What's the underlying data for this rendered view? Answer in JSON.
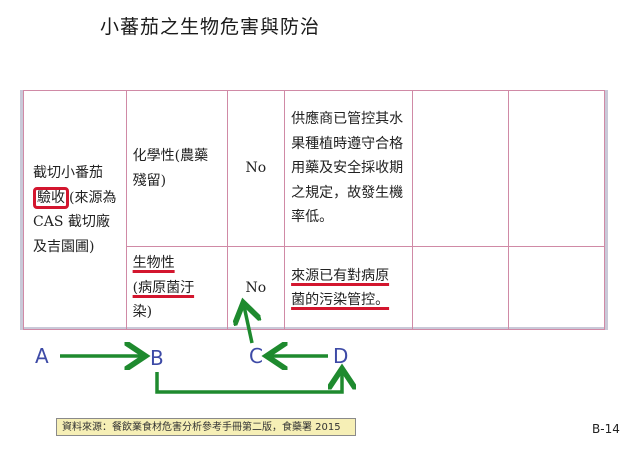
{
  "title": "小蕃茄之生物危害與防治",
  "table": {
    "row1": {
      "step_text_before": "截切小番茄",
      "step_boxed": "驗收",
      "step_text_after": "(來源為CAS 截切廠及吉園圃)",
      "hazard": "化學性(農藥殘留)",
      "significant": "No",
      "justification": "供應商已管控其水果種植時遵守合格用藥及安全採收期之規定，故發生機率低。"
    },
    "row2": {
      "hazard_underlined": "生物性",
      "hazard_rest_underlined": "(病原菌汙",
      "hazard_end": "染)",
      "significant": "No",
      "justification_line1": "來源已有對病原",
      "justification_line2": "菌的污染管控。"
    }
  },
  "annotations": {
    "letters": [
      "A",
      "B",
      "C",
      "D"
    ],
    "arrow_color": "#1e8a2e",
    "mark_color": "#d3162e"
  },
  "source_note": "資料來源：餐飲業食材危害分析參考手冊第二版，食藥署 2015",
  "page_number": "B-14"
}
